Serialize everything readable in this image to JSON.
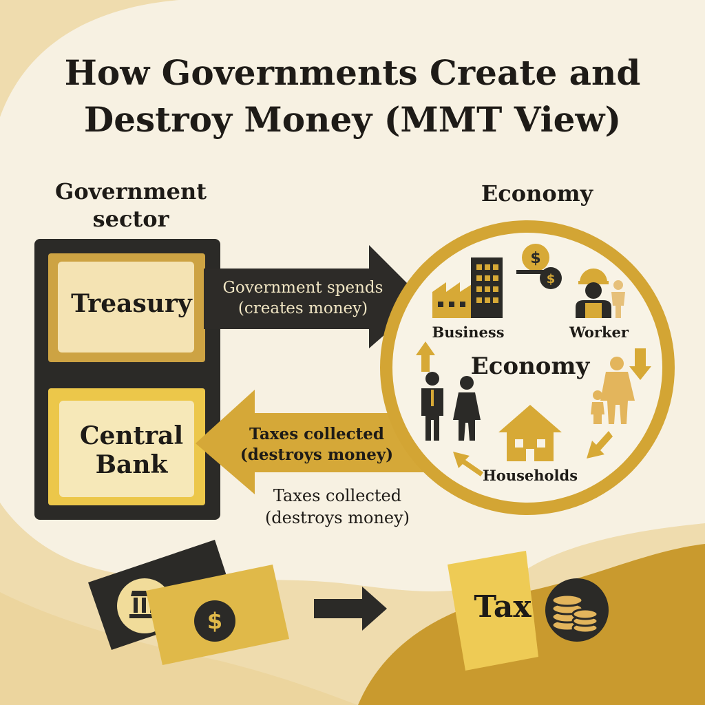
{
  "title": "How Governments Create and Destroy Money (MMT View)",
  "government": {
    "heading": "Government sector",
    "treasury": "Treasury",
    "central_bank": "Central Bank"
  },
  "arrows": {
    "spend": "Government spends (creates money)",
    "tax": "Taxes collected (destroys money)",
    "tax_repeat": "Taxes collected (destroys money)"
  },
  "economy": {
    "heading": "Economy",
    "center": "Economy",
    "business": "Business",
    "worker": "Worker",
    "households": "Households"
  },
  "bottom": {
    "tax": "Tax"
  },
  "colors": {
    "background": "#f6ead0",
    "dark": "#2b2a27",
    "gold": "#d9a92f",
    "light_gold": "#f3dba2",
    "cream": "#f7f0df"
  },
  "icons": [
    "bank-icon",
    "dollar-icon",
    "factory-icon",
    "office-building-icon",
    "coin-stack-icon",
    "worker-icon",
    "family-icon",
    "house-icon",
    "cycle-arrow-icon"
  ]
}
